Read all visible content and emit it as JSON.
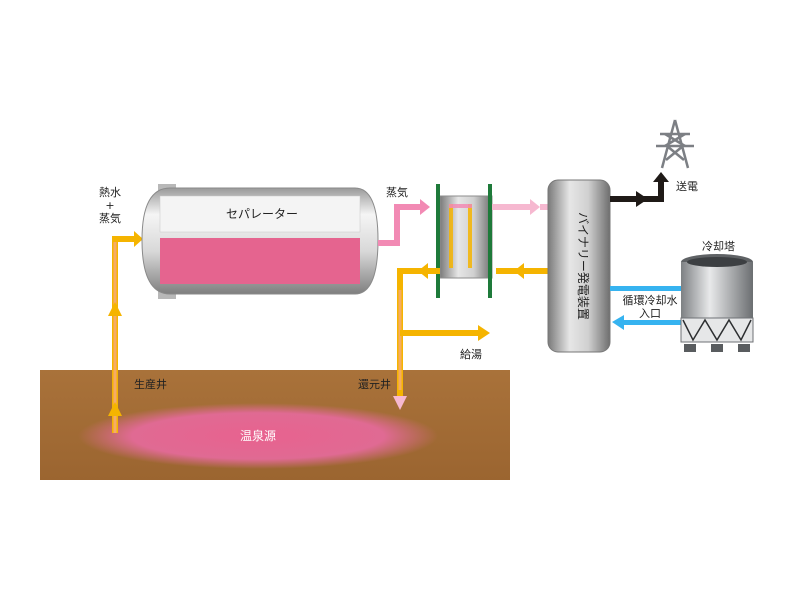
{
  "labels": {
    "separator": "セパレーター",
    "hot_water_1": "熱水",
    "hot_water_plus": "+",
    "hot_water_2": "蒸気",
    "steam": "蒸気",
    "power_transmission": "送電",
    "cooling_tower": "冷却塔",
    "binary_generator": "バイナリー発電装置",
    "cooling_water_inlet_1": "循環冷却水",
    "cooling_water_inlet_2": "入口",
    "hot_water_supply": "給湯",
    "production_well": "生産井",
    "reinjection_well": "還元井",
    "hot_spring_source": "温泉源"
  },
  "colors": {
    "ground": "#a86f36",
    "reservoir": "#e5648f",
    "separator_liquid": "#e5648f",
    "hot_line": "#f5b400",
    "steam_line": "#f28ab4",
    "cold_line": "#36b3f0",
    "power_line": "#1f1a17",
    "heat_exchanger_plate": "#1e7a3a",
    "metal_dark": "#8e8e8e",
    "metal_light": "#f2f2f2"
  }
}
